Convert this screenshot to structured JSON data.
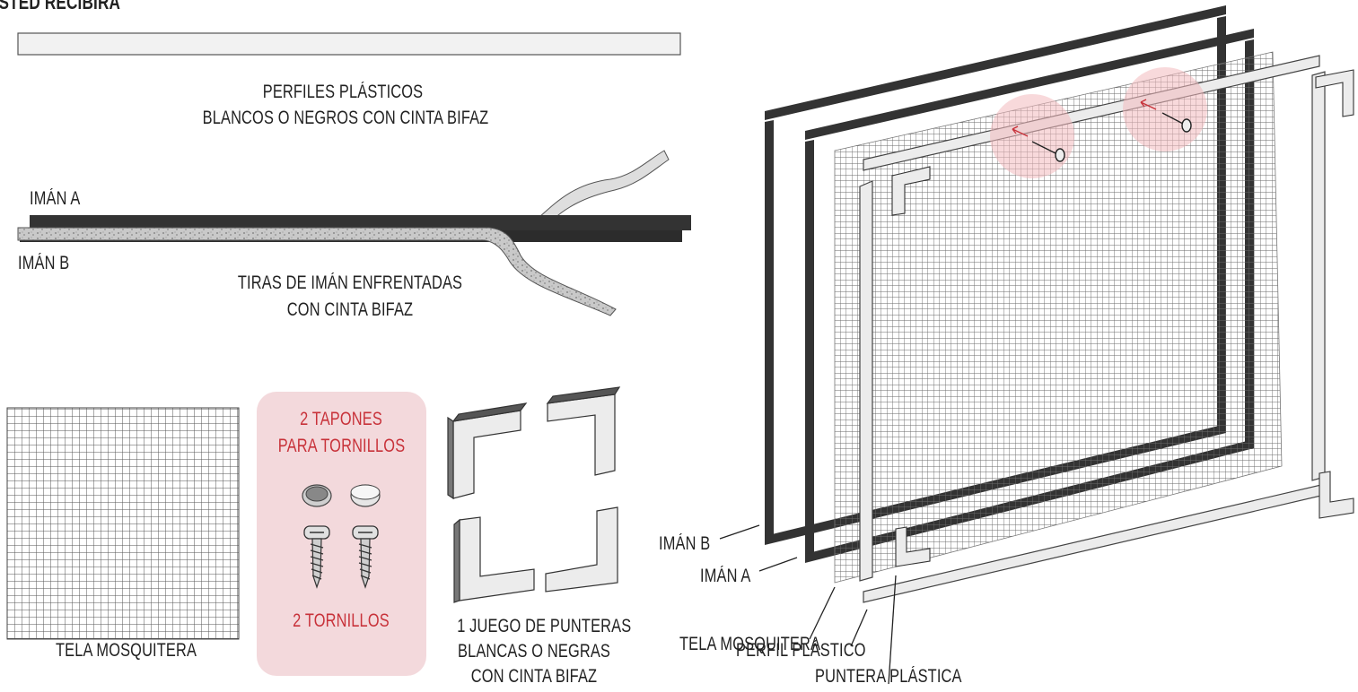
{
  "header": {
    "title": "USTED RECIBIRÁ"
  },
  "parts": {
    "profiles": {
      "line1": "PERFILES PLÁSTICOS",
      "line2": "BLANCOS O NEGROS CON CINTA BIFAZ"
    },
    "magnets": {
      "label_a": "IMÁN A",
      "label_b": "IMÁN B",
      "caption1": "TIRAS DE IMÁN ENFRENTADAS",
      "caption2": "CON CINTA BIFAZ"
    },
    "mesh": {
      "caption": "TELA MOSQUITERA"
    },
    "screws": {
      "caps1": "2 TAPONES",
      "caps2": "PARA TORNILLOS",
      "screws": "2 TORNILLOS"
    },
    "corners": {
      "line1": "1 JUEGO DE PUNTERAS",
      "line2": "BLANCAS O NEGRAS",
      "line3": "CON CINTA BIFAZ"
    }
  },
  "assembly": {
    "iman_b": "IMÁN B",
    "iman_a": "IMÁN A",
    "tela": "TELA MOSQUITERA",
    "perfil": "PERFIL PLÁSTICO",
    "puntera": "PUNTERA PLÁSTICA"
  },
  "colors": {
    "accent_red": "#c8323a",
    "panel_pink": "#f3d9dc",
    "magnet_dark": "#333333",
    "profile_light": "#ececec"
  }
}
